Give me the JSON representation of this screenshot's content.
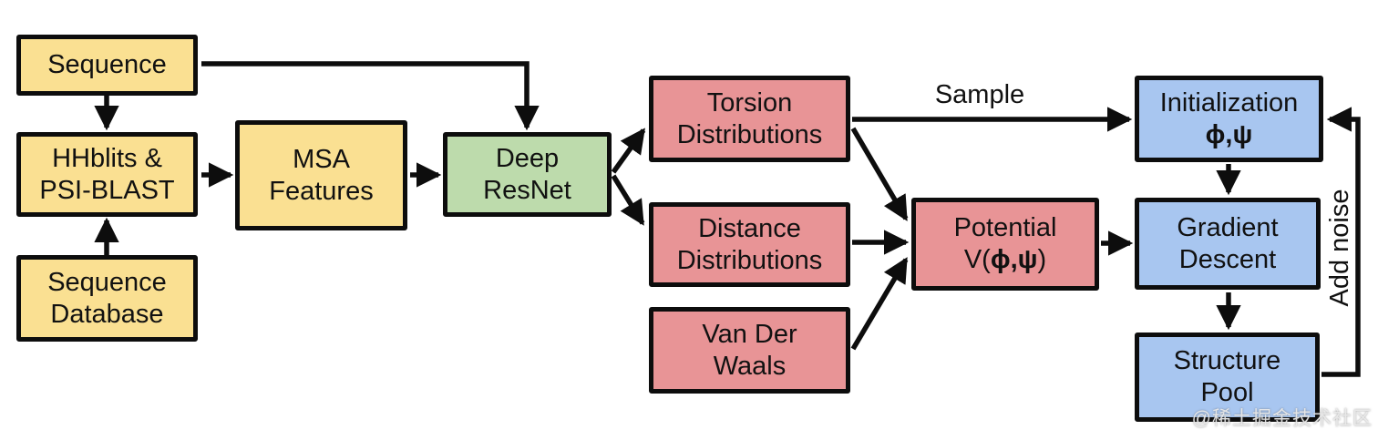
{
  "diagram": {
    "watermark": "@稀土掘金技术社区",
    "labels": {
      "sample": "Sample",
      "add_noise": "Add noise"
    },
    "colors": {
      "yellow": "#FAE092",
      "green": "#BDDBAC",
      "pink": "#E89496",
      "blue": "#A8C6F0",
      "line": "#0D0D0D",
      "background": "#FFFFFF"
    },
    "nodes": [
      {
        "name": "sequence",
        "line1": "Sequence"
      },
      {
        "name": "hhblits-psi-blast",
        "line1": "HHblits &",
        "line2": "PSI-BLAST"
      },
      {
        "name": "sequence-database",
        "line1": "Sequence",
        "line2": "Database"
      },
      {
        "name": "msa-features",
        "line1": "MSA",
        "line2": "Features"
      },
      {
        "name": "deep-resnet",
        "line1": "Deep",
        "line2": "ResNet"
      },
      {
        "name": "torsion-distributions",
        "line1": "Torsion",
        "line2": "Distributions"
      },
      {
        "name": "distance-distributions",
        "line1": "Distance",
        "line2": "Distributions"
      },
      {
        "name": "van-der-waals",
        "line1": "Van Der",
        "line2": "Waals"
      },
      {
        "name": "potential",
        "line1": "Potential",
        "line2_pre": "V(",
        "line2_greek": "ϕ,ψ",
        "line2_post": ")"
      },
      {
        "name": "initialization",
        "line1": "Initialization",
        "line2_greek": "ϕ,ψ"
      },
      {
        "name": "gradient-descent",
        "line1": "Gradient",
        "line2": "Descent"
      },
      {
        "name": "structure-pool",
        "line1": "Structure",
        "line2": "Pool"
      }
    ]
  }
}
